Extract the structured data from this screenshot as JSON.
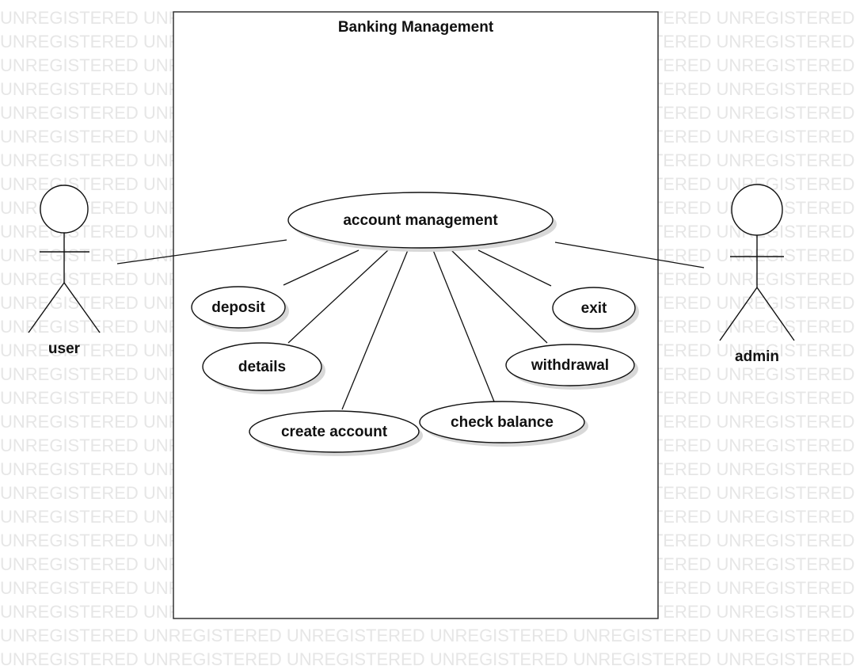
{
  "watermark": {
    "text": "UNREGISTERED"
  },
  "system": {
    "title": "Banking Management"
  },
  "actors": {
    "user": "user",
    "admin": "admin"
  },
  "use_cases": {
    "account_management": "account management",
    "deposit": "deposit",
    "details": "details",
    "create_account": "create account",
    "check_balance": "check balance",
    "withdrawal": "withdrawal",
    "exit": "exit"
  }
}
